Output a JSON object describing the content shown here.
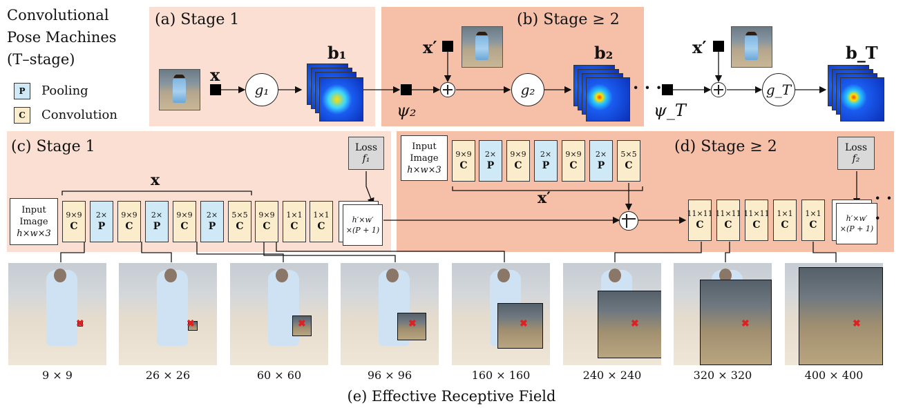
{
  "legend": {
    "title": "Convolutional\nPose Machines\n(T–stage)",
    "pool_key": "P",
    "pool_label": "Pooling",
    "conv_key": "C",
    "conv_label": "Convolution"
  },
  "panels": {
    "a_title": "(a) Stage 1",
    "b_title": "(b) Stage ≥ 2",
    "c_title": "(c) Stage 1",
    "d_title": "(d) Stage ≥ 2"
  },
  "top": {
    "x": "x",
    "g1": "g₁",
    "b1": "b₁",
    "xprime_b": "x′",
    "psi2": "ψ₂",
    "g2": "g₂",
    "b2": "b₂",
    "dots": "· · ·",
    "xprime_t": "x′",
    "psiT": "ψ_T",
    "gT": "g_T",
    "bT": "b_T"
  },
  "stage1": {
    "input": [
      "Input",
      "Image",
      "h×w×3"
    ],
    "x_label": "x",
    "layers": [
      {
        "size": "9×9",
        "type": "C"
      },
      {
        "size": "2×",
        "type": "P"
      },
      {
        "size": "9×9",
        "type": "C"
      },
      {
        "size": "2×",
        "type": "P"
      },
      {
        "size": "9×9",
        "type": "C"
      },
      {
        "size": "2×",
        "type": "P"
      },
      {
        "size": "5×5",
        "type": "C"
      },
      {
        "size": "9×9",
        "type": "C"
      },
      {
        "size": "1×1",
        "type": "C"
      },
      {
        "size": "1×1",
        "type": "C"
      }
    ],
    "out": [
      "h′×w′",
      "×(P + 1)"
    ],
    "loss": "Loss",
    "loss_f": "f₁"
  },
  "stage2": {
    "input": [
      "Input",
      "Image",
      "h×w×3"
    ],
    "x_label": "x′",
    "feat_layers": [
      {
        "size": "9×9",
        "type": "C"
      },
      {
        "size": "2×",
        "type": "P"
      },
      {
        "size": "9×9",
        "type": "C"
      },
      {
        "size": "2×",
        "type": "P"
      },
      {
        "size": "9×9",
        "type": "C"
      },
      {
        "size": "2×",
        "type": "P"
      },
      {
        "size": "5×5",
        "type": "C"
      }
    ],
    "pred_layers": [
      {
        "size": "11×11",
        "type": "C"
      },
      {
        "size": "11×11",
        "type": "C"
      },
      {
        "size": "11×11",
        "type": "C"
      },
      {
        "size": "1×1",
        "type": "C"
      },
      {
        "size": "1×1",
        "type": "C"
      }
    ],
    "out": [
      "h′×w′",
      "×(P + 1)"
    ],
    "loss": "Loss",
    "loss_f": "f₂",
    "dots": "· · ·"
  },
  "receptive_fields": [
    "9 × 9",
    "26 × 26",
    "60 × 60",
    "96 × 96",
    "160 × 160",
    "240 × 240",
    "320 × 320",
    "400 × 400"
  ],
  "caption": "(e) Effective Receptive Field",
  "colors": {
    "conv": "#fbeccb",
    "pool": "#cfe9f6",
    "panel_light": "#fbdfd3",
    "panel_dark": "#f5bfa8",
    "mark": "#e02020"
  }
}
